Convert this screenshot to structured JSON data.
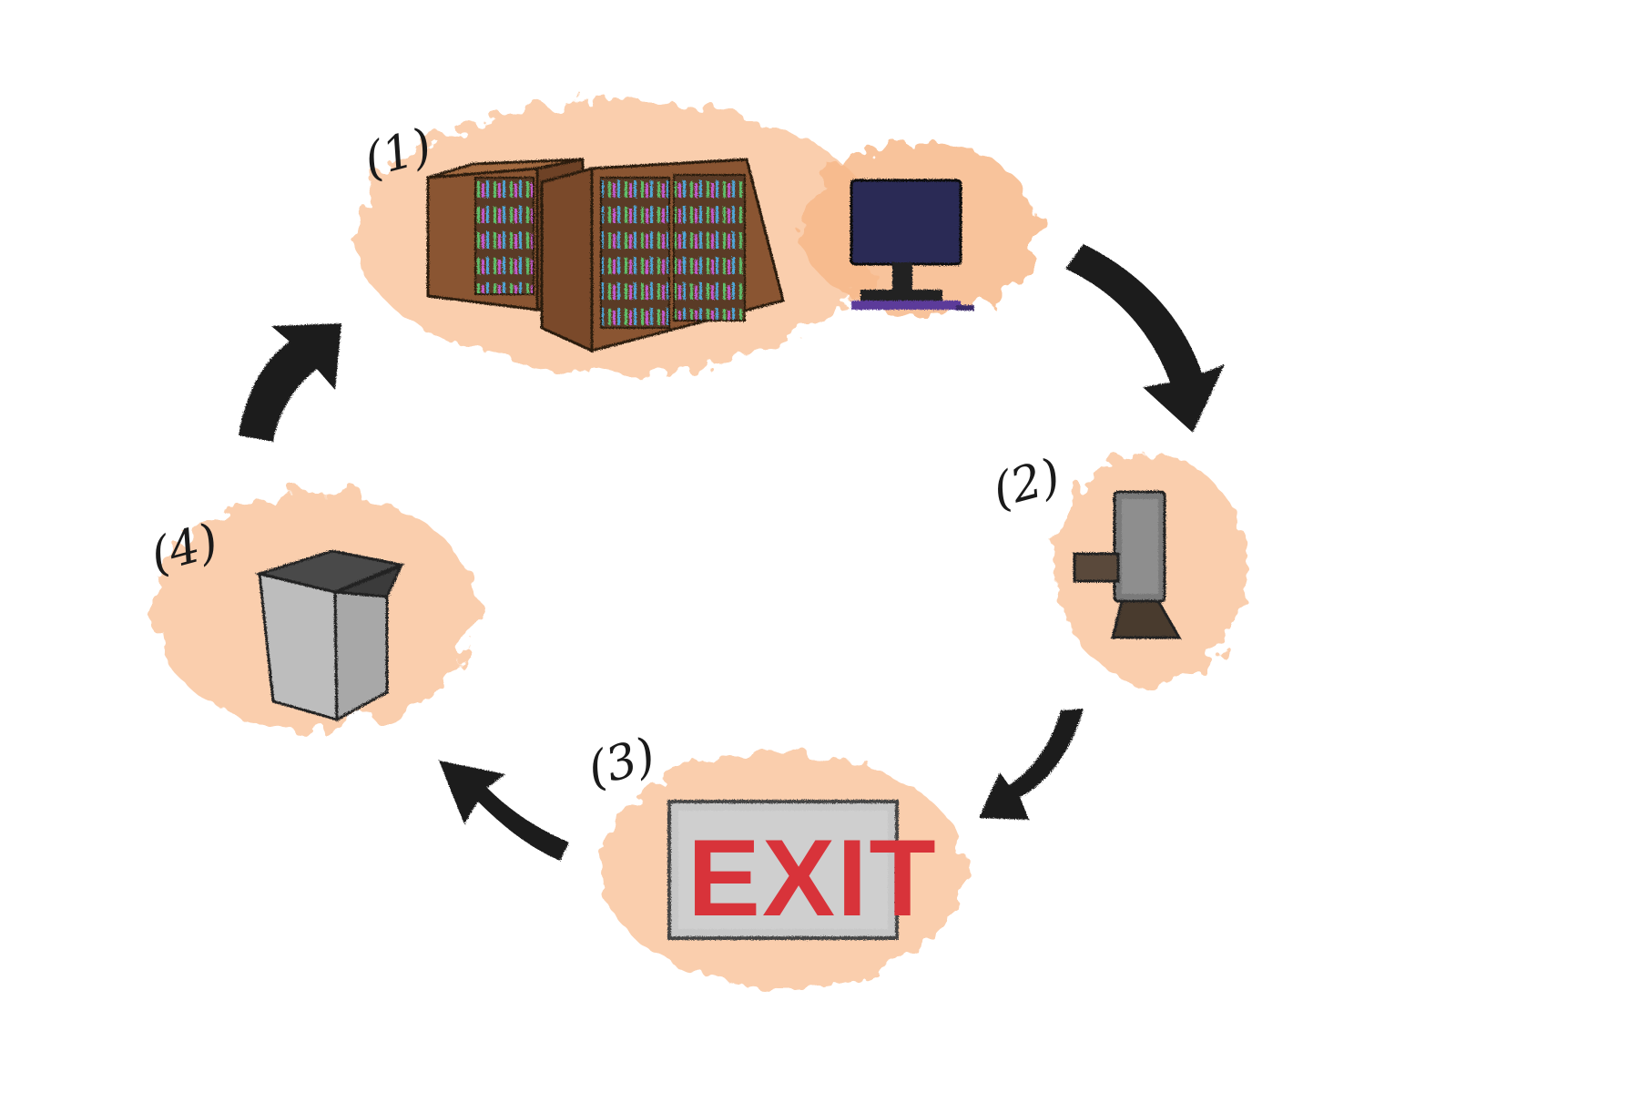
{
  "diagram": {
    "type": "cycle",
    "steps": [
      {
        "number": "(1)",
        "icon": "bookshelves-and-computer-icon"
      },
      {
        "number": "(2)",
        "icon": "security-gate-icon"
      },
      {
        "number": "(3)",
        "icon": "exit-sign-icon",
        "sign_text": "EXIT"
      },
      {
        "number": "(4)",
        "icon": "book-return-box-icon"
      }
    ],
    "arrows": [
      {
        "from": "(1)",
        "to": "(2)"
      },
      {
        "from": "(2)",
        "to": "(3)"
      },
      {
        "from": "(3)",
        "to": "(4)"
      },
      {
        "from": "(4)",
        "to": "(1)"
      }
    ],
    "colors": {
      "highlight": "#f9c9a4",
      "wood": "#7a4a2a",
      "arrow": "#1a1a1a",
      "exit_red": "#d8333a",
      "monitor": "#2c2a55"
    }
  }
}
